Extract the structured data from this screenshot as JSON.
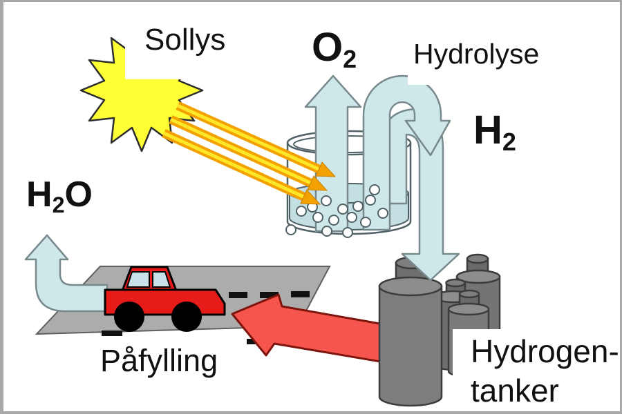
{
  "diagram": {
    "description": "Hydrolysis hydrogen energy cycle: sunlight splits water into oxygen and hydrogen, hydrogen is stored in tanks, refuels a car, car emits water",
    "labels": {
      "sunlight": "Sollys",
      "oxygen_main": "O",
      "oxygen_sub": "2",
      "hydrolysis": "Hydrolyse",
      "hydrogen_main": "H",
      "hydrogen_sub": "2",
      "water_h": "H",
      "water_sub": "2",
      "water_o": "O",
      "refuel": "Påfylling",
      "tanks_line1": "Hydrogen-",
      "tanks_line2": "tanker"
    },
    "colors": {
      "background": "#ffffff",
      "frame_gray": "#a8a8a8",
      "arrow_blue": "#cee7e9",
      "water_blue": "#c4dfe1",
      "sun_yellow": "#ffff36",
      "ray_orange": "#f2a100",
      "ray_core_yellow": "#ffe727",
      "car_red": "#e51c1a",
      "transfer_arrow_red": "#f6554e",
      "road_gray": "#acacac",
      "tank_gray": "#7d7d7d",
      "text": "#111111"
    }
  }
}
